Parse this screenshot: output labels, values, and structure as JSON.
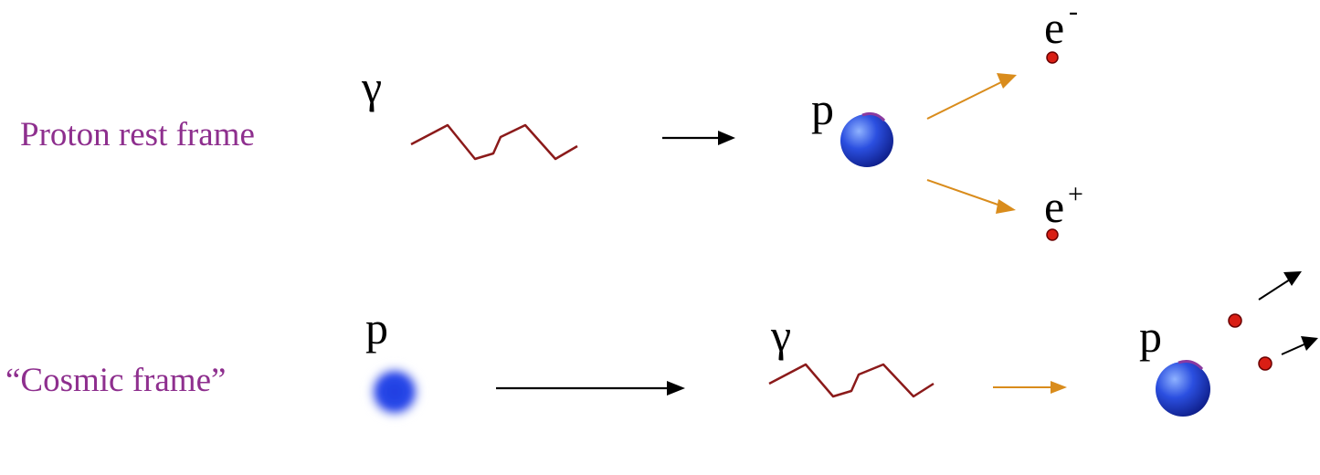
{
  "colors": {
    "label": "#8e2f8e",
    "photon": "#8b1a1a",
    "arrow_main": "#000000",
    "arrow_product": "#d98c1c",
    "proton": "#2b4fe0",
    "electron": "#d91e14"
  },
  "rows": {
    "rest_frame": {
      "label": "Proton rest frame",
      "photon_symbol": "γ",
      "proton_symbol": "p",
      "electron": {
        "symbol": "e",
        "charge": "-"
      },
      "positron": {
        "symbol": "e",
        "charge": "+"
      }
    },
    "cosmic_frame": {
      "label": "“Cosmic frame”",
      "moving_proton_symbol": "p",
      "photon_symbol": "γ",
      "proton_symbol": "p"
    }
  }
}
